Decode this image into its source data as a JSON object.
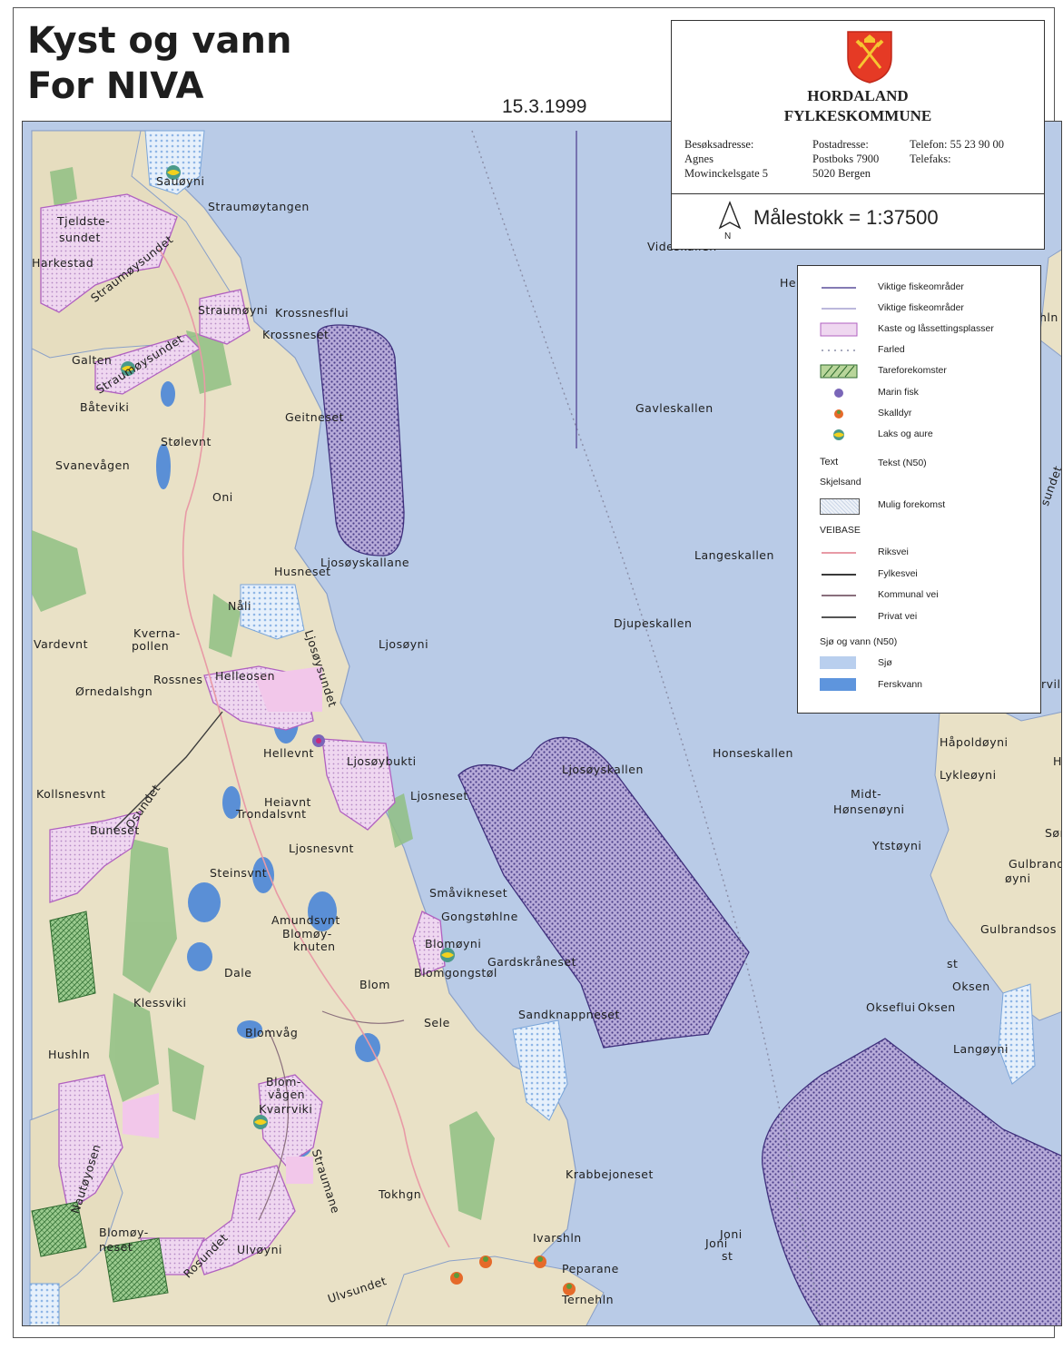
{
  "header": {
    "title_line1": "Kyst og vann",
    "title_line2": "For NIVA",
    "date": "15.3.1999"
  },
  "infobox": {
    "org_line1": "HORDALAND",
    "org_line2": "FYLKESKOMMUNE",
    "visit_label": "Besøksadresse:",
    "visit_line1": "Agnes",
    "visit_line2": "Mowinckelsgate 5",
    "post_label": "Postadresse:",
    "post_line1": "Postboks 7900",
    "post_line2": "5020 Bergen",
    "phone": "Telefon: 55 23 90 00",
    "fax": "Telefaks:",
    "north_letter": "N",
    "scale": "Målestokk = 1:37500"
  },
  "legend": {
    "items": [
      {
        "label": "Viktige fiskeområder"
      },
      {
        "label": "Viktige fiskeområder"
      },
      {
        "label": "Kaste og låssettingsplasser"
      },
      {
        "label": "Farled"
      },
      {
        "label": "Tareforekomster"
      },
      {
        "label": "Marin fisk"
      },
      {
        "label": "Skalldyr"
      },
      {
        "label": "Laks og aure"
      }
    ],
    "text_symbol": "Text",
    "text_label": "Tekst (N50)",
    "skjelsand_heading": "Skjelsand",
    "skjelsand_label": "Mulig forekomst",
    "veibase_heading": "VEIBASE",
    "roads": [
      {
        "label": "Riksvei",
        "color": "#e89aa6"
      },
      {
        "label": "Fylkesvei",
        "color": "#3a3a3a"
      },
      {
        "label": "Kommunal vei",
        "color": "#8a6f7c"
      },
      {
        "label": "Privat vei",
        "color": "#555555"
      }
    ],
    "water_heading": "Sjø og vann (N50)",
    "water": [
      {
        "label": "Sjø",
        "color": "#b9cfee"
      },
      {
        "label": "Ferskvann",
        "color": "#5e95dd"
      }
    ]
  },
  "map": {
    "colors": {
      "sea": "#b9cbe7",
      "land": "#e9e1c6",
      "forest": "#8fbf83",
      "lake": "#5a8fd6",
      "zone": "#d7b7e6",
      "fishing": "#6d5ea8"
    },
    "labels": [
      "Sauøyni",
      "Straumøytangen",
      "Tjeldste-",
      "sundet",
      "Harkestad",
      "Straumøysundet",
      "Straumøyni",
      "Krossnesflui",
      "Krossneset",
      "Galten",
      "Straumøysundet",
      "Båteviki",
      "Geitneset",
      "Stølevnt",
      "Svanevågen",
      "Oni",
      "Husneset",
      "Ljosøyskallane",
      "Nåli",
      "Vardevnt",
      "Kverna-",
      "pollen",
      "Ljosøyni",
      "Ljosøysundet",
      "Rossnes",
      "Helleosen",
      "Ørnedalshgn",
      "Hellevnt",
      "Ljosøybukti",
      "Kollsnesvnt",
      "Osundet",
      "Heiavnt",
      "Trondalsvnt",
      "Ljosneset",
      "Buneset",
      "Ljosnesvnt",
      "Steinsvnt",
      "Småvikneset",
      "Gongstøhlne",
      "Amundsvnt",
      "Blomøy-",
      "knuten",
      "Blomøyni",
      "Gardskråneset",
      "Dale",
      "Blom",
      "Blomgongstøl",
      "Klessviki",
      "Sele",
      "Sandknappneset",
      "Blomvåg",
      "Hushln",
      "Blom-",
      "vågen",
      "Kvarrviki",
      "Nautøyosen",
      "Straumane",
      "Tokhgn",
      "Krabbejoneset",
      "Blomøy-",
      "neset",
      "Ulvøyni",
      "Rosundet",
      "Ivarshln",
      "Ulvsundet",
      "Peparane",
      "Ternehln",
      "Videskallen",
      "Gavleskallen",
      "Langeskallen",
      "Djupeskallen",
      "Herdleflui",
      "Honseskallen",
      "Ljosøyskallen",
      "Håpoldøyni",
      "Lykleøyni",
      "Midt-",
      "Hønsenøyni",
      "Ytstøyni",
      "Gulbrand-",
      "øyni",
      "Gulbrandsos",
      "st",
      "Oksen",
      "Okseflui",
      "Oksen",
      "Langøyni",
      "Joni",
      "Joni",
      "st",
      "Hel",
      "hln",
      "sundet",
      "rvil",
      "Hå",
      "Sør"
    ]
  }
}
